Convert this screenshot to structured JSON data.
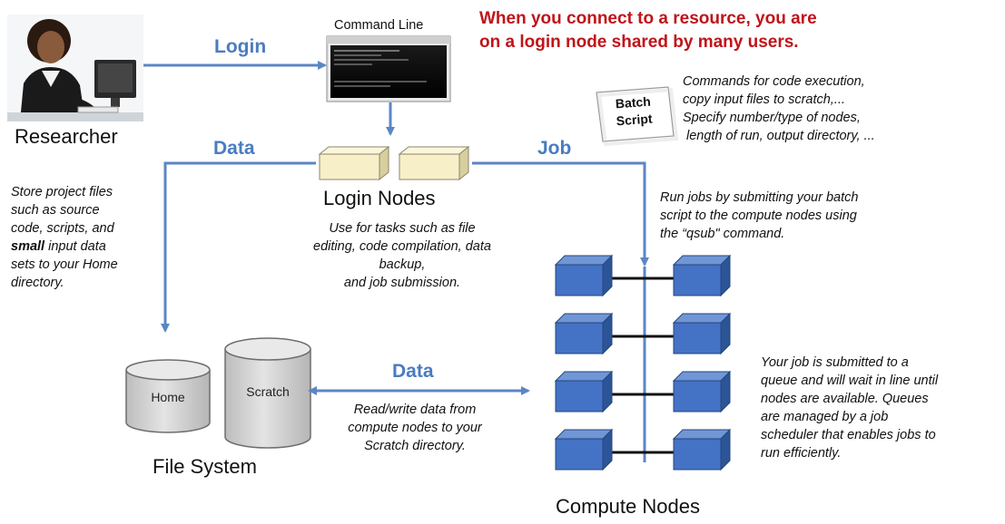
{
  "headline": {
    "line1": "When you connect to a resource, you are",
    "line2": "on a login node shared by many users."
  },
  "researcher": {
    "label": "Researcher"
  },
  "command_line": {
    "label": "Command Line"
  },
  "edges": {
    "login": "Login",
    "data_top": "Data",
    "job": "Job",
    "data_bottom": "Data"
  },
  "batch_script": {
    "line1": "Batch",
    "line2": "Script"
  },
  "batch_note": {
    "line1": "Commands for code execution,",
    "line2": "copy input files to scratch,...",
    "line3": "Specify number/type of nodes,",
    "line4": "length of run, output directory, ..."
  },
  "login_nodes": {
    "label": "Login Nodes",
    "note_line1": "Use for tasks such as file",
    "note_line2": "editing,  code compilation, data",
    "note_line3": "backup,",
    "note_line4": "and job submission."
  },
  "home_note": {
    "line1": "Store project files",
    "line2": "such as source",
    "line3": "code, scripts, and",
    "line4_bold": "small",
    "line4_rest": " input data",
    "line5": "sets to your Home",
    "line6": "directory."
  },
  "qsub_note": {
    "line1": "Run jobs by submitting your batch",
    "line2": "script to the compute nodes using",
    "line3": "the  “qsub\" command."
  },
  "file_system": {
    "label": "File System",
    "home": "Home",
    "scratch": "Scratch"
  },
  "scratch_note": {
    "line1": "Read/write data from",
    "line2": "compute nodes to your",
    "line3": "Scratch directory."
  },
  "compute_nodes": {
    "label": "Compute Nodes"
  },
  "queue_note": {
    "line1": "Your job is submitted to a",
    "line2": "queue and will wait in line until",
    "line3": "nodes are available. Queues",
    "line4": "are managed by a job",
    "line5": "scheduler that enables jobs to",
    "line6": "run efficiently."
  },
  "colors": {
    "arrow": "#5b86c5",
    "headline": "#c0141a",
    "edge_label": "#4a7cc0",
    "cube_front": "#4472c4",
    "cube_top": "#7096d6",
    "cube_side": "#2c5597",
    "login_node": "#f7efc8",
    "cylinder": "#d6d6d6"
  }
}
